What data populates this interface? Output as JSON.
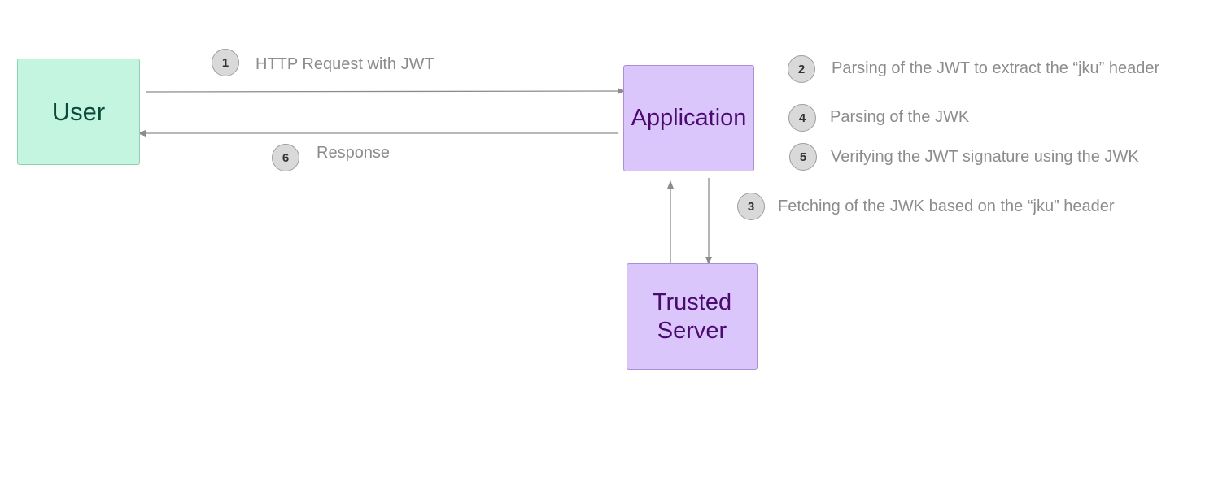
{
  "nodes": {
    "user": "User",
    "application": "Application",
    "trusted_server": "Trusted\nServer"
  },
  "steps": [
    {
      "number": "1",
      "text": "HTTP Request with JWT"
    },
    {
      "number": "2",
      "text": "Parsing of the JWT to extract the “jku” header"
    },
    {
      "number": "3",
      "text": "Fetching of the JWK based on the “jku” header"
    },
    {
      "number": "4",
      "text": "Parsing of the JWK"
    },
    {
      "number": "5",
      "text": "Verifying the JWT signature using the JWK"
    },
    {
      "number": "6",
      "text": "Response"
    }
  ],
  "colors": {
    "user_fill": "#c4f5e1",
    "node_fill": "#dbc6fb",
    "arrow": "#8c8c8c",
    "badge_fill": "#d9d9d9"
  }
}
